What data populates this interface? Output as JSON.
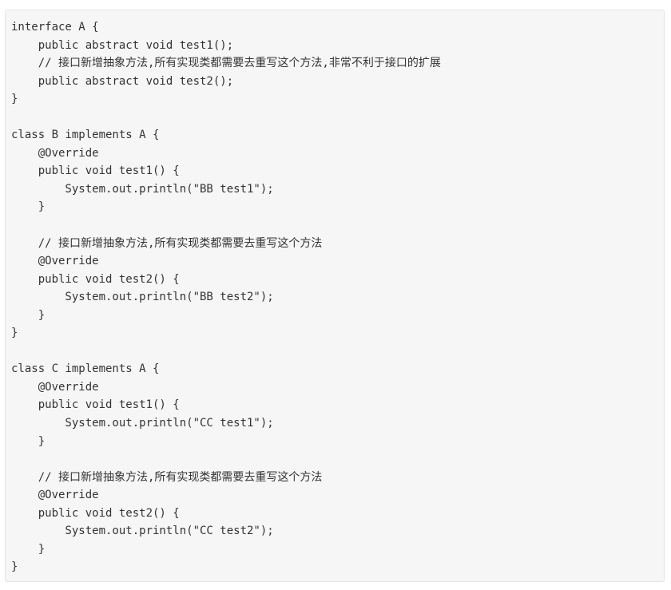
{
  "code": {
    "lines": [
      "interface A {",
      "    public abstract void test1();",
      "    // 接口新增抽象方法,所有实现类都需要去重写这个方法,非常不利于接口的扩展",
      "    public abstract void test2();",
      "}",
      "",
      "class B implements A {",
      "    @Override",
      "    public void test1() {",
      "        System.out.println(\"BB test1\");",
      "    }",
      "",
      "    // 接口新增抽象方法,所有实现类都需要去重写这个方法",
      "    @Override",
      "    public void test2() {",
      "        System.out.println(\"BB test2\");",
      "    }",
      "}",
      "",
      "class C implements A {",
      "    @Override",
      "    public void test1() {",
      "        System.out.println(\"CC test1\");",
      "    }",
      "",
      "    // 接口新增抽象方法,所有实现类都需要去重写这个方法",
      "    @Override",
      "    public void test2() {",
      "        System.out.println(\"CC test2\");",
      "    }",
      "}"
    ]
  }
}
